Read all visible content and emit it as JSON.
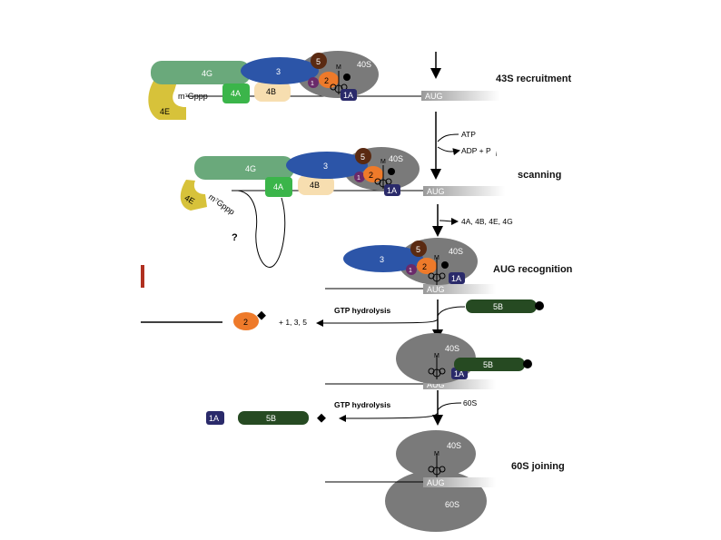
{
  "steps": {
    "s1": "43S recruitment",
    "s2": "scanning",
    "s3": "AUG recognition",
    "s4": "60S joining"
  },
  "factors": {
    "eIF4G": "4G",
    "eIF4E": "4E",
    "eIF4A": "4A",
    "eIF4B": "4B",
    "eIF3": "3",
    "eIF5": "5",
    "eIF1": "1",
    "eIF2": "2",
    "eIF1A": "1A",
    "eIF5B": "5B",
    "subunit40S": "40S",
    "subunit60S": "60S",
    "start_codon": "AUG",
    "cap": "m⁷Gppp",
    "tRNA_label": "M"
  },
  "annotations": {
    "atp": "ATP",
    "adp": "ADP + P",
    "adp_sub": "i",
    "release_4": "4A, 4B, 4E, 4G",
    "gtp1": "GTP hydrolysis",
    "gtp2": "GTP hydrolysis",
    "release_2": "+ 1, 3, 5",
    "incoming_60S": "60S",
    "question": "?"
  },
  "colors": {
    "eIF4G": "#6aa97b",
    "eIF4E": "#d7c23a",
    "eIF4A": "#3bb54a",
    "eIF4B": "#f7deb0",
    "eIF3": "#2c55a8",
    "eIF5": "#5a2a12",
    "eIF1": "#6a2a6a",
    "eIF2": "#ee7a2a",
    "eIF1A": "#2a2a6a",
    "eIF5B": "#264a22",
    "ribosome": "#7a7a7a"
  }
}
